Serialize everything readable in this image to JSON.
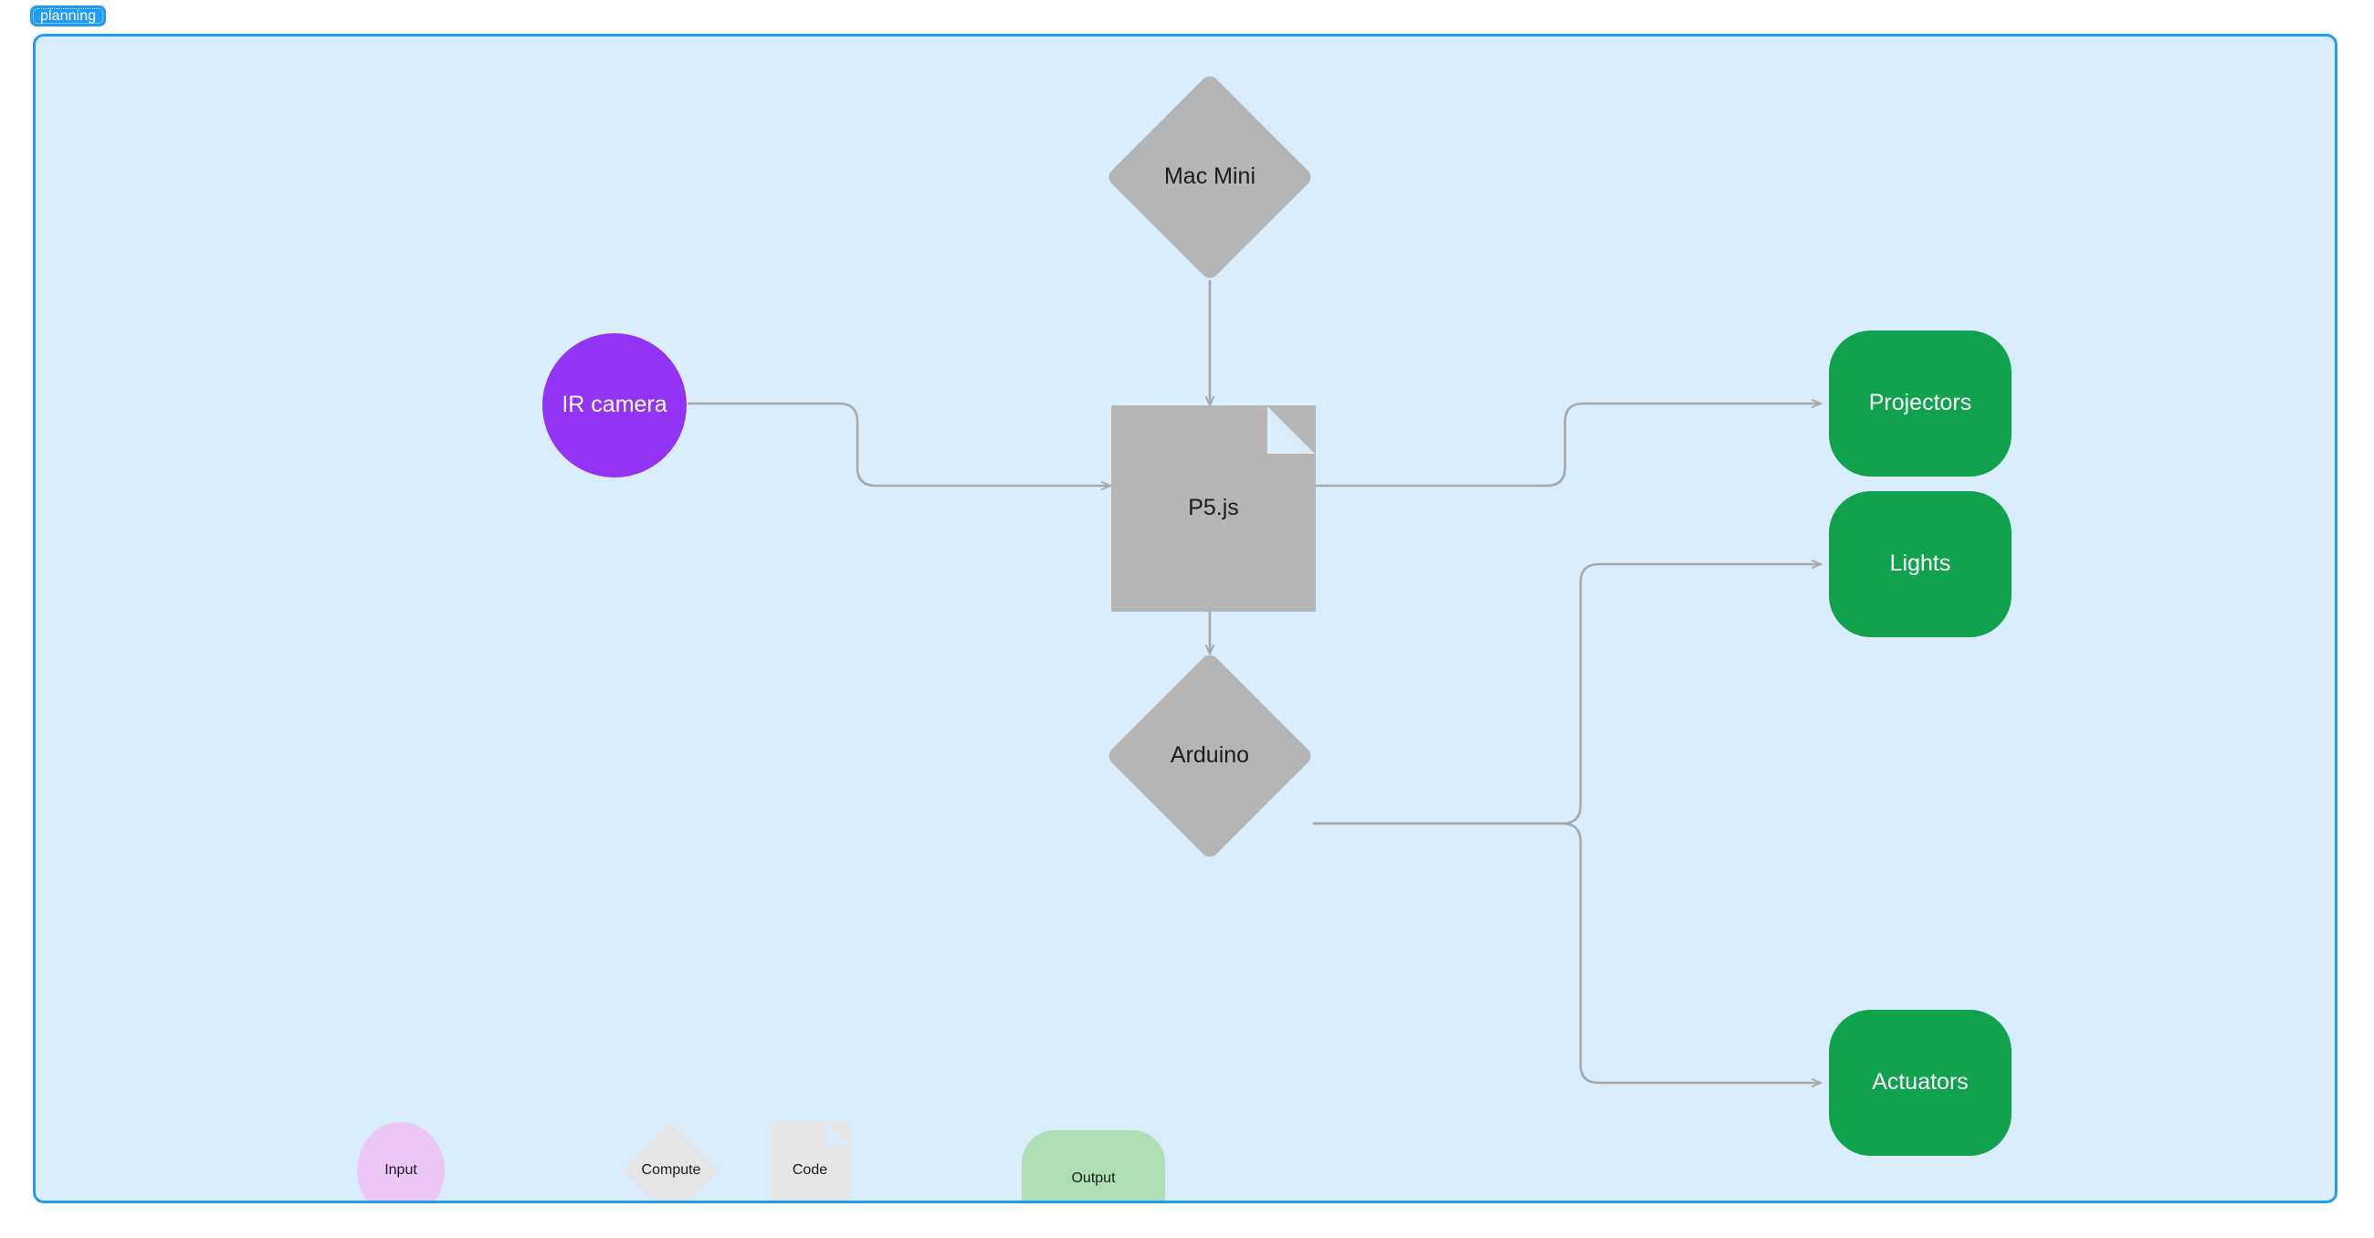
{
  "badge": {
    "label": "planning"
  },
  "canvas": {
    "background": "#d9edfc",
    "border_color": "#1f9cfb"
  },
  "palette": {
    "gray_node": "#b5b5b5",
    "purple_input": "#9333f5",
    "green_output": "#11a24d",
    "legend_input": "#ebc8f7",
    "legend_compute": "#e6e4e4",
    "legend_code": "#e6e6e6",
    "legend_output": "#addfb5",
    "edge": "#a8a8a8",
    "text_dark": "#1c1c1c",
    "text_light": "#ffffff"
  },
  "diagram": {
    "type": "flowchart",
    "nodes": [
      {
        "id": "mac-mini",
        "label": "Mac Mini",
        "shape": "diamond",
        "role": "compute",
        "fill": "#b5b5b5",
        "text": "#1c1c1c"
      },
      {
        "id": "ir-camera",
        "label": "IR camera",
        "shape": "circle",
        "role": "input",
        "fill": "#9333f5",
        "text": "#ffffff"
      },
      {
        "id": "p5js",
        "label": "P5.js",
        "shape": "document",
        "role": "code",
        "fill": "#b5b5b5",
        "text": "#1c1c1c"
      },
      {
        "id": "arduino",
        "label": "Arduino",
        "shape": "diamond",
        "role": "compute",
        "fill": "#b5b5b5",
        "text": "#1c1c1c"
      },
      {
        "id": "projectors",
        "label": "Projectors",
        "shape": "rounded",
        "role": "output",
        "fill": "#11a24d",
        "text": "#ffffff"
      },
      {
        "id": "lights",
        "label": "Lights",
        "shape": "rounded",
        "role": "output",
        "fill": "#11a24d",
        "text": "#ffffff"
      },
      {
        "id": "actuators",
        "label": "Actuators",
        "shape": "rounded",
        "role": "output",
        "fill": "#11a24d",
        "text": "#ffffff"
      }
    ],
    "edges": [
      {
        "from": "mac-mini",
        "to": "p5js",
        "arrow": true
      },
      {
        "from": "ir-camera",
        "to": "p5js",
        "arrow": true
      },
      {
        "from": "p5js",
        "to": "projectors",
        "arrow": true
      },
      {
        "from": "p5js",
        "to": "arduino",
        "arrow": true
      },
      {
        "from": "arduino",
        "to": "lights",
        "arrow": true
      },
      {
        "from": "arduino",
        "to": "actuators",
        "arrow": true
      }
    ]
  },
  "legend": {
    "items": [
      {
        "id": "legend-input",
        "label": "Input",
        "shape": "ellipse",
        "fill": "#ebc8f7"
      },
      {
        "id": "legend-compute",
        "label": "Compute",
        "shape": "diamond",
        "fill": "#e6e4e4"
      },
      {
        "id": "legend-code",
        "label": "Code",
        "shape": "document",
        "fill": "#e6e6e6"
      },
      {
        "id": "legend-output",
        "label": "Output",
        "shape": "rounded",
        "fill": "#addfb5"
      }
    ]
  }
}
